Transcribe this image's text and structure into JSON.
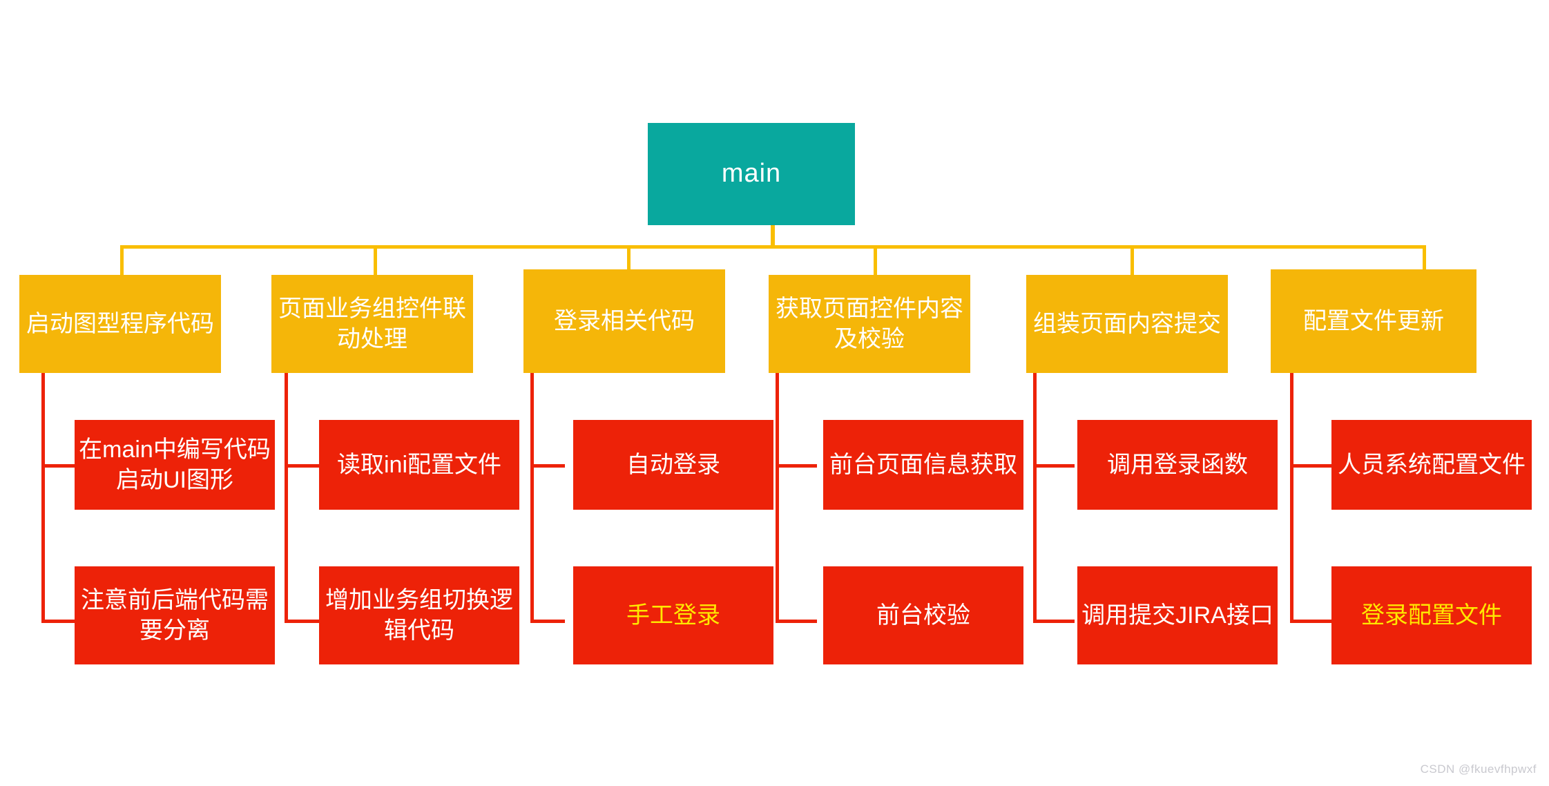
{
  "diagram": {
    "title": "main",
    "type": "mindmap-tree",
    "colors": {
      "root_fill": "#09A89E",
      "branch_fill": "#F5B609",
      "leaf_fill": "#ED2208",
      "connector_orange": "#F9BE02",
      "connector_red": "#ED2208",
      "text_default": "#FFFFFF",
      "text_accent": "#FFE800",
      "background": "#FFFFFF",
      "watermark": "#C9C9CF"
    },
    "root": {
      "label": "main"
    },
    "branches": [
      {
        "id": "b1",
        "label": "启动图型程序代码",
        "children": [
          {
            "id": "b1c1",
            "label": "在main中编写代码启动UI图形",
            "accent": false
          },
          {
            "id": "b1c2",
            "label": "注意前后端代码需要分离",
            "accent": false
          }
        ]
      },
      {
        "id": "b2",
        "label": "页面业务组控件联动处理",
        "children": [
          {
            "id": "b2c1",
            "label": "读取ini配置文件",
            "accent": false
          },
          {
            "id": "b2c2",
            "label": "增加业务组切换逻辑代码",
            "accent": false
          }
        ]
      },
      {
        "id": "b3",
        "label": "登录相关代码",
        "children": [
          {
            "id": "b3c1",
            "label": "自动登录",
            "accent": false
          },
          {
            "id": "b3c2",
            "label": "手工登录",
            "accent": true
          }
        ]
      },
      {
        "id": "b4",
        "label": "获取页面控件内容及校验",
        "children": [
          {
            "id": "b4c1",
            "label": "前台页面信息获取",
            "accent": false
          },
          {
            "id": "b4c2",
            "label": "前台校验",
            "accent": false
          }
        ]
      },
      {
        "id": "b5",
        "label": "组装页面内容提交",
        "children": [
          {
            "id": "b5c1",
            "label": "调用登录函数",
            "accent": false
          },
          {
            "id": "b5c2",
            "label": "调用提交JIRA接口",
            "accent": false
          }
        ]
      },
      {
        "id": "b6",
        "label": "配置文件更新",
        "children": [
          {
            "id": "b6c1",
            "label": "人员系统配置文件",
            "accent": false
          },
          {
            "id": "b6c2",
            "label": "登录配置文件",
            "accent": true
          }
        ]
      }
    ]
  },
  "watermark": {
    "text": "CSDN @fkuevfhpwxf"
  }
}
